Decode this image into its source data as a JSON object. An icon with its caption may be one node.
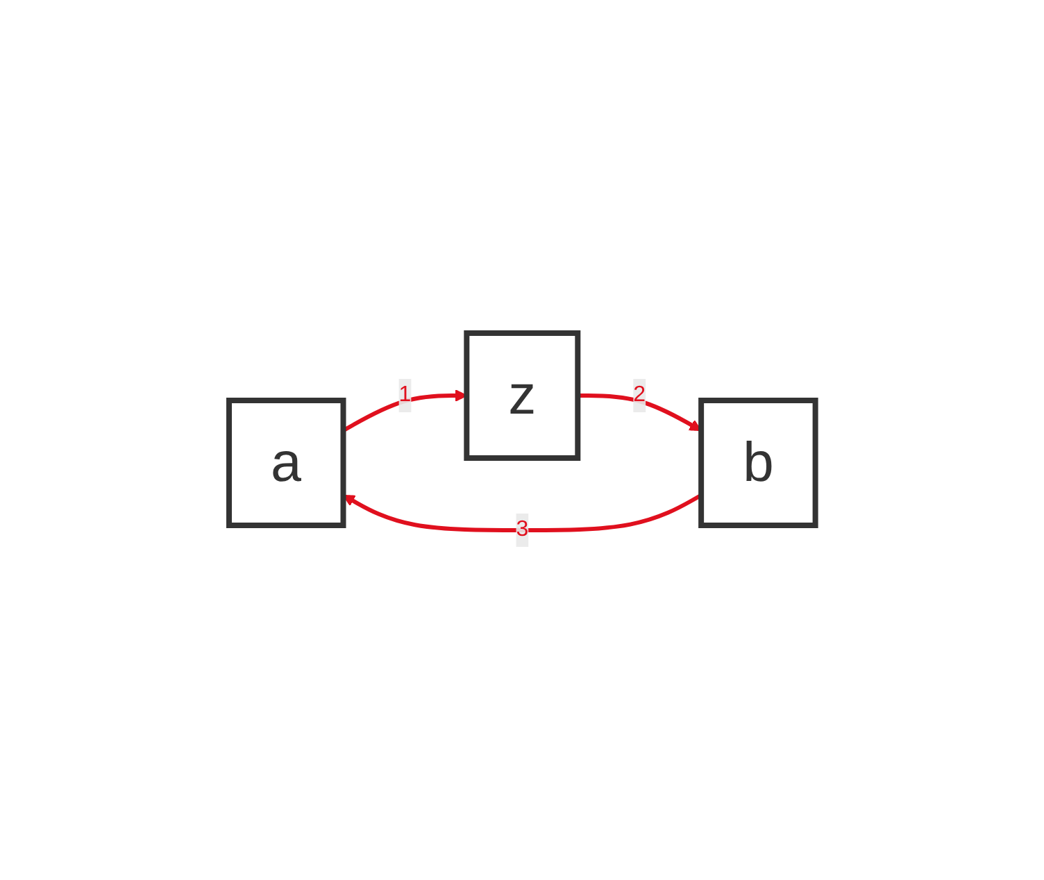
{
  "diagram": {
    "nodes": [
      {
        "text": [
          "a"
        ]
      },
      {
        "text": [
          "z"
        ]
      },
      {
        "text": [
          "b"
        ]
      }
    ],
    "edges": [
      {
        "from": 0,
        "to": 1,
        "arrow": "to",
        "label": "1"
      },
      {
        "from": 1,
        "to": 2,
        "arrow": "to",
        "label": "2"
      },
      {
        "from": 2,
        "to": 0,
        "arrow": "to",
        "label": "3"
      }
    ]
  }
}
